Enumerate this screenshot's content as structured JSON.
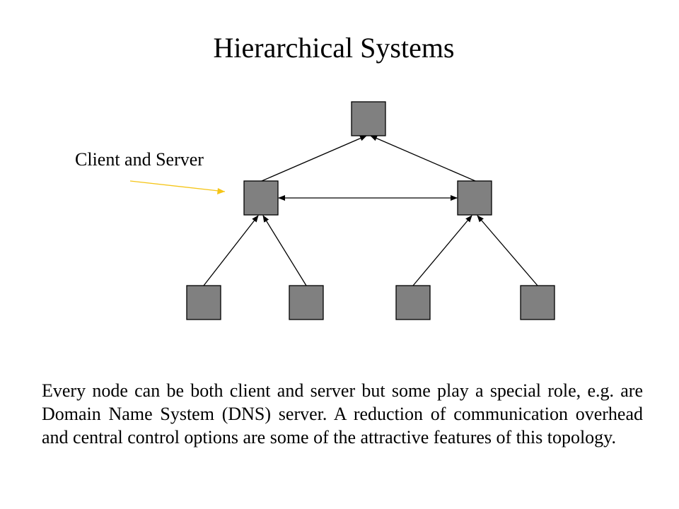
{
  "title": "Hierarchical Systems",
  "callout": {
    "label": "Client and Server",
    "pointer_color": "#f5c518"
  },
  "diagram": {
    "node_color": "#808080",
    "levels": [
      {
        "name": "root",
        "nodes": 1
      },
      {
        "name": "intermediate",
        "nodes": 2
      },
      {
        "name": "leaf",
        "nodes": 4
      }
    ],
    "edges": [
      {
        "from": "intermediate-left",
        "to": "root",
        "arrow": "to"
      },
      {
        "from": "intermediate-right",
        "to": "root",
        "arrow": "to"
      },
      {
        "from": "intermediate-left",
        "to": "intermediate-right",
        "arrow": "both"
      },
      {
        "from": "leaf-1",
        "to": "intermediate-left",
        "arrow": "to"
      },
      {
        "from": "leaf-2",
        "to": "intermediate-left",
        "arrow": "to"
      },
      {
        "from": "leaf-3",
        "to": "intermediate-right",
        "arrow": "to"
      },
      {
        "from": "leaf-4",
        "to": "intermediate-right",
        "arrow": "to"
      }
    ]
  },
  "description": "Every node can be both client and server but some play a special role, e.g. are Domain Name System (DNS) server. A reduction of communication overhead and central control options are some of the attractive features of this topology."
}
